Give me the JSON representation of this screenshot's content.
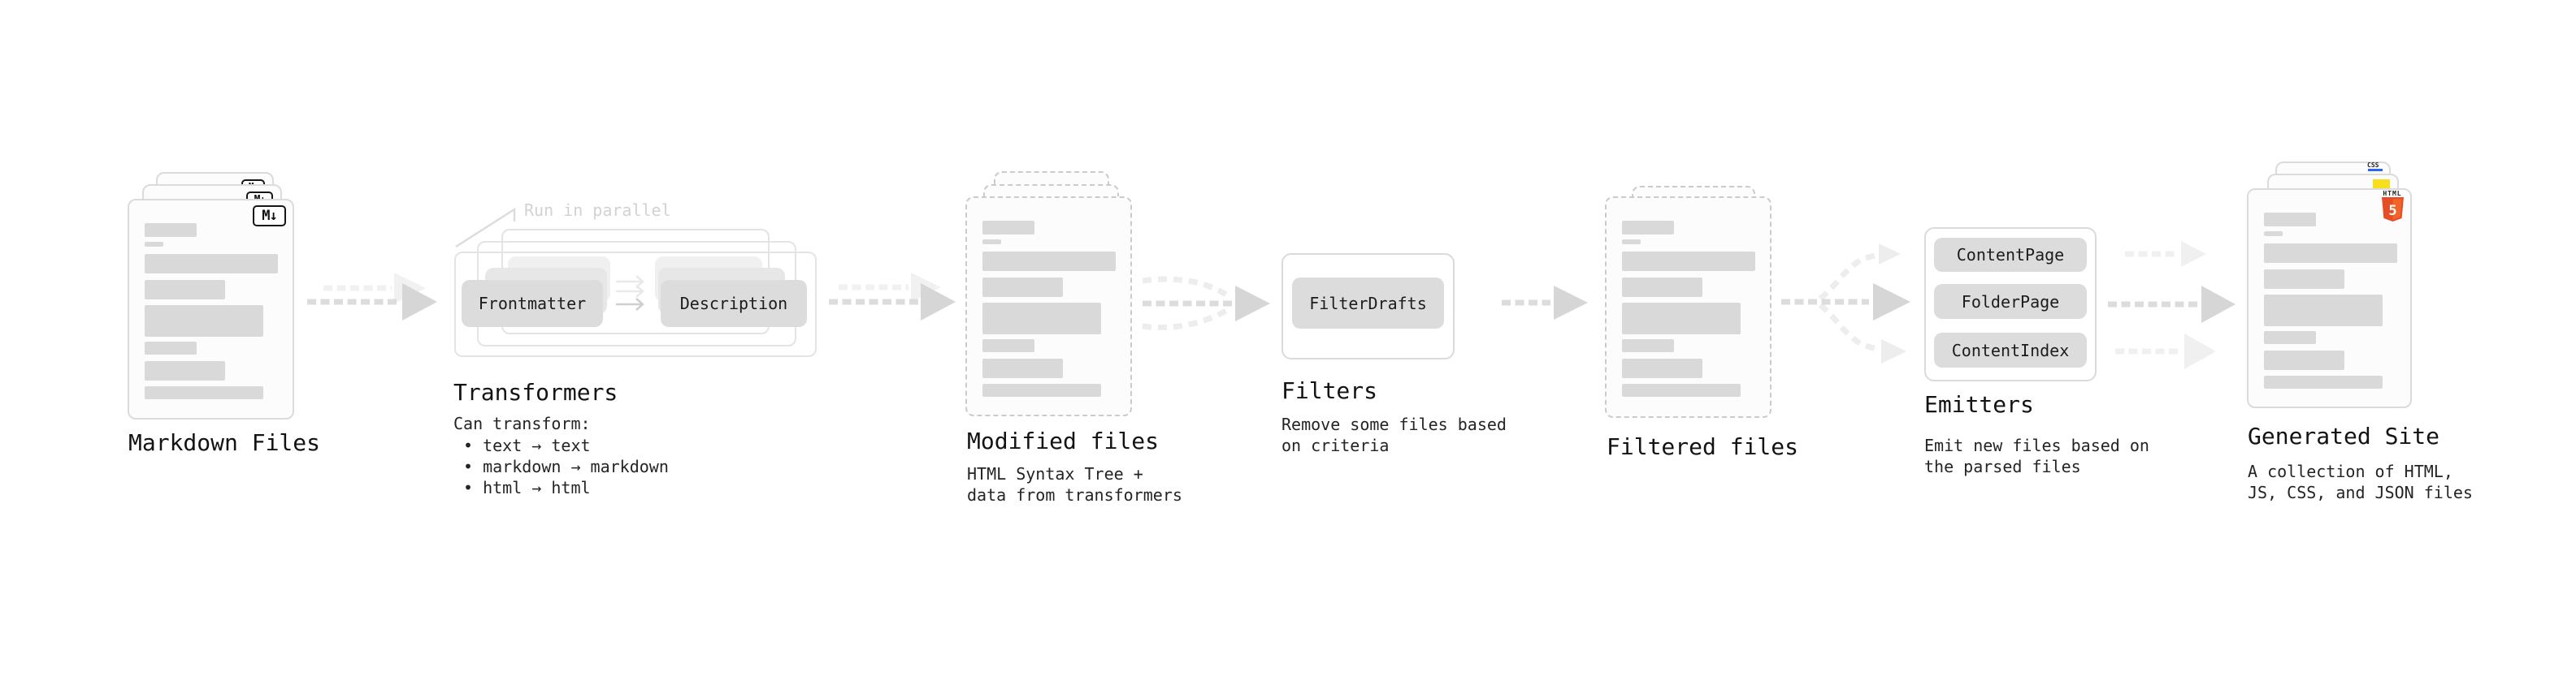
{
  "markdown": {
    "label": "Markdown Files",
    "badge": "M↓"
  },
  "transformers": {
    "note": "Run in parallel",
    "pill_frontmatter": "Frontmatter",
    "pill_description": "Description",
    "label": "Transformers",
    "desc_title": "Can transform:",
    "bullets": [
      "• text → text",
      "• markdown → markdown",
      "• html → html"
    ]
  },
  "modified": {
    "label": "Modified files",
    "desc_1": "HTML Syntax Tree +",
    "desc_2": "data from transformers"
  },
  "filters": {
    "label": "Filters",
    "pill": "FilterDrafts",
    "desc_1": "Remove some files based",
    "desc_2": "on criteria"
  },
  "filtered": {
    "label": "Filtered files"
  },
  "emitters": {
    "label": "Emitters",
    "pills": [
      "ContentPage",
      "FolderPage",
      "ContentIndex"
    ],
    "desc_1": "Emit new files based on",
    "desc_2": "the parsed files"
  },
  "generated": {
    "label": "Generated Site",
    "desc_1": "A collection of HTML,",
    "desc_2": "JS, CSS, and JSON files",
    "badge_css": "CSS",
    "badge_html": "HTML",
    "badge_html5_number": "5"
  },
  "colors": {
    "html5_orange": "#e44d26",
    "html5_orange_light": "#f16529",
    "js_yellow": "#f7df1e",
    "css_blue": "#2965f1",
    "placeholder_gray": "#d9d9d9",
    "arrow_gray": "#d9d9d9"
  }
}
